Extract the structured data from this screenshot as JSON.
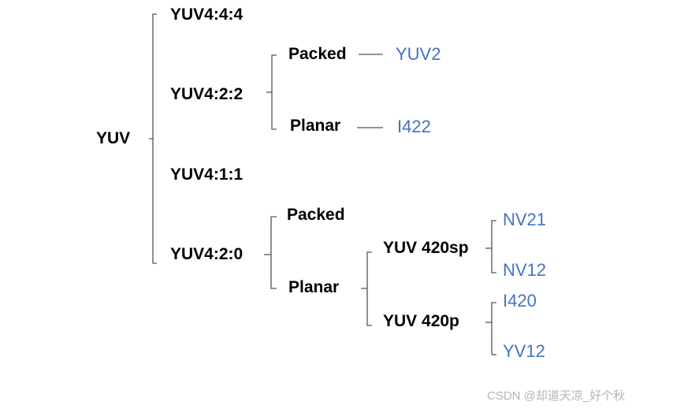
{
  "root": "YUV",
  "sampling": {
    "yuv444": "YUV4:4:4",
    "yuv422": "YUV4:2:2",
    "yuv411": "YUV4:1:1",
    "yuv420": "YUV4:2:0"
  },
  "yuv422_branch": {
    "packed": "Packed",
    "planar": "Planar",
    "packed_format": "YUV2",
    "planar_format": "I422"
  },
  "yuv420_branch": {
    "packed": "Packed",
    "planar": "Planar",
    "semi_planar": "YUV 420sp",
    "full_planar": "YUV 420p",
    "sp_formats": [
      "NV21",
      "NV12"
    ],
    "p_formats": [
      "I420",
      "YV12"
    ]
  },
  "watermark": "CSDN @却道天凉_好个秋",
  "colors": {
    "leaf_text": "#4472C4",
    "label_text": "#000000",
    "bracket": "#555555"
  }
}
